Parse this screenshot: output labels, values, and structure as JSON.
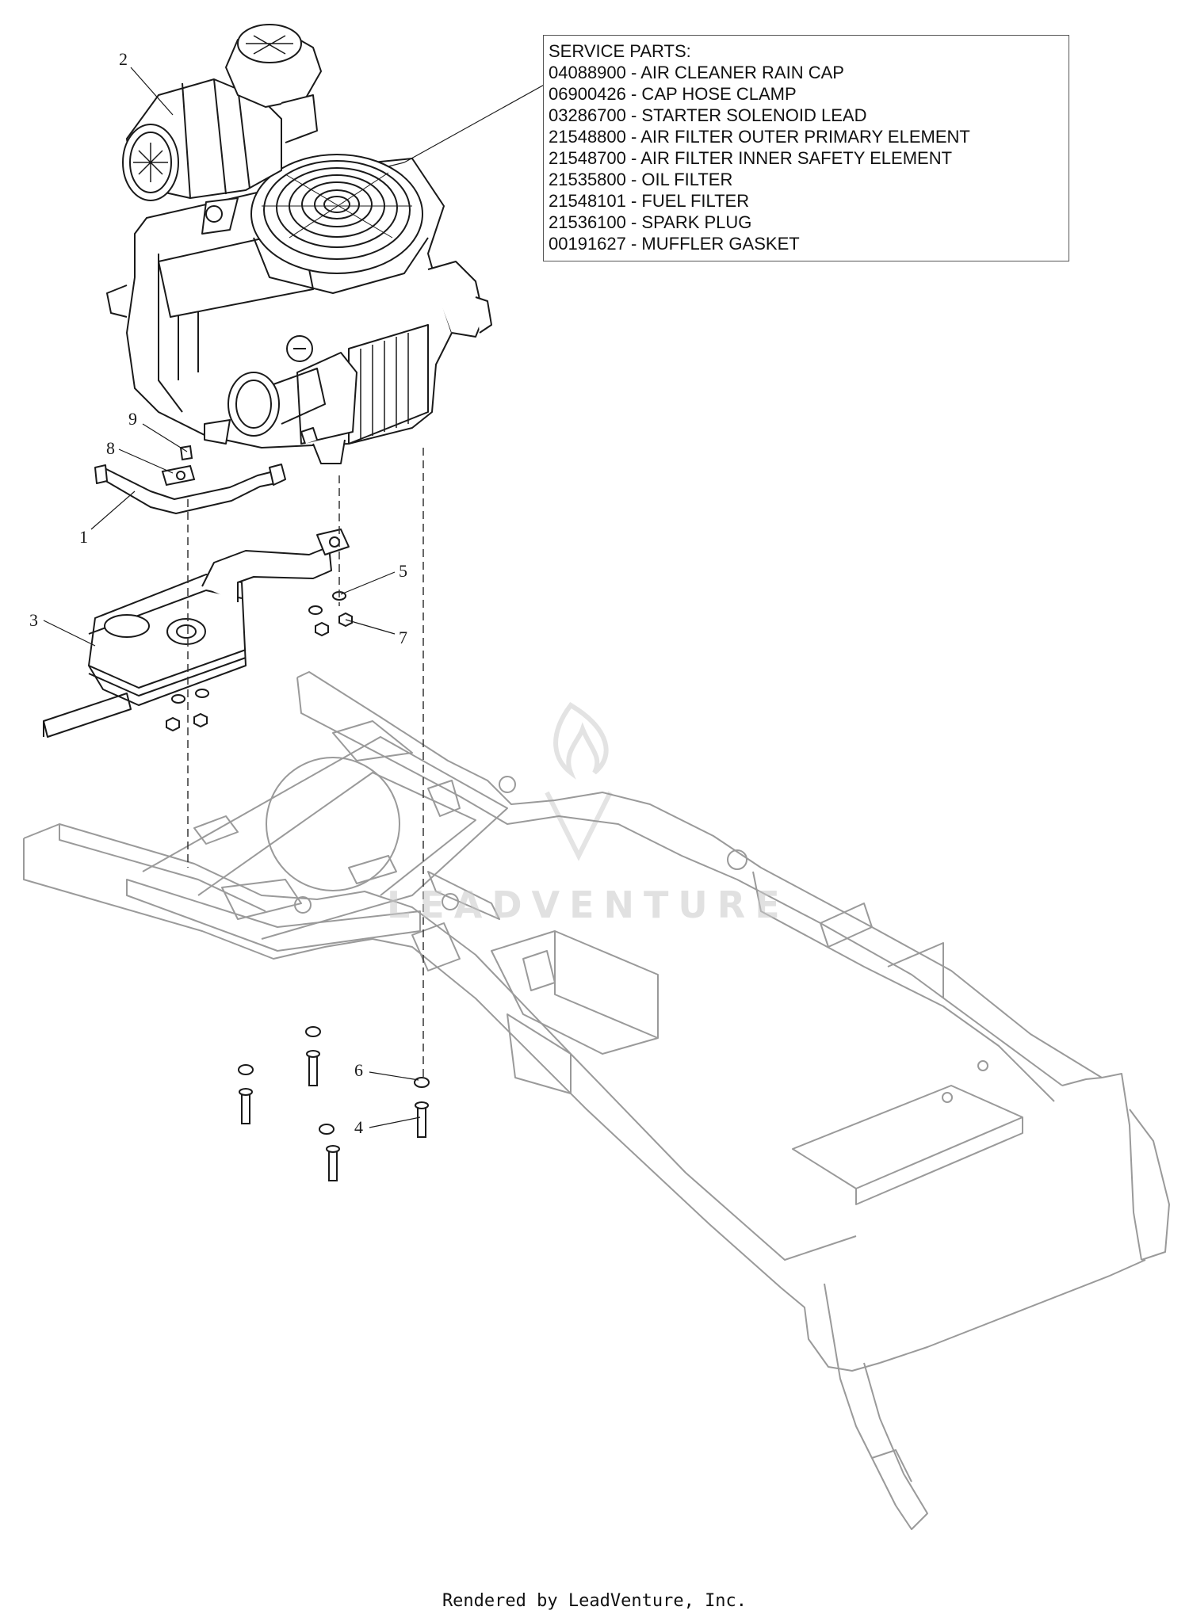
{
  "service_parts": {
    "title": "SERVICE PARTS:",
    "items": [
      "04088900 - AIR CLEANER RAIN CAP",
      "06900426 - CAP HOSE CLAMP",
      "03286700 - STARTER SOLENOID LEAD",
      "21548800 - AIR FILTER OUTER PRIMARY ELEMENT",
      "21548700 - AIR FILTER INNER SAFETY ELEMENT",
      "21535800 - OIL FILTER",
      "21548101 - FUEL FILTER",
      "21536100 - SPARK PLUG",
      "00191627 - MUFFLER GASKET"
    ]
  },
  "callouts": {
    "c1": "1",
    "c2": "2",
    "c3": "3",
    "c4": "4",
    "c5": "5",
    "c6": "6",
    "c7": "7",
    "c8": "8",
    "c9": "9"
  },
  "watermark": {
    "text": "LEADVENTURE"
  },
  "footer": {
    "text": "Rendered by LeadVenture, Inc."
  }
}
